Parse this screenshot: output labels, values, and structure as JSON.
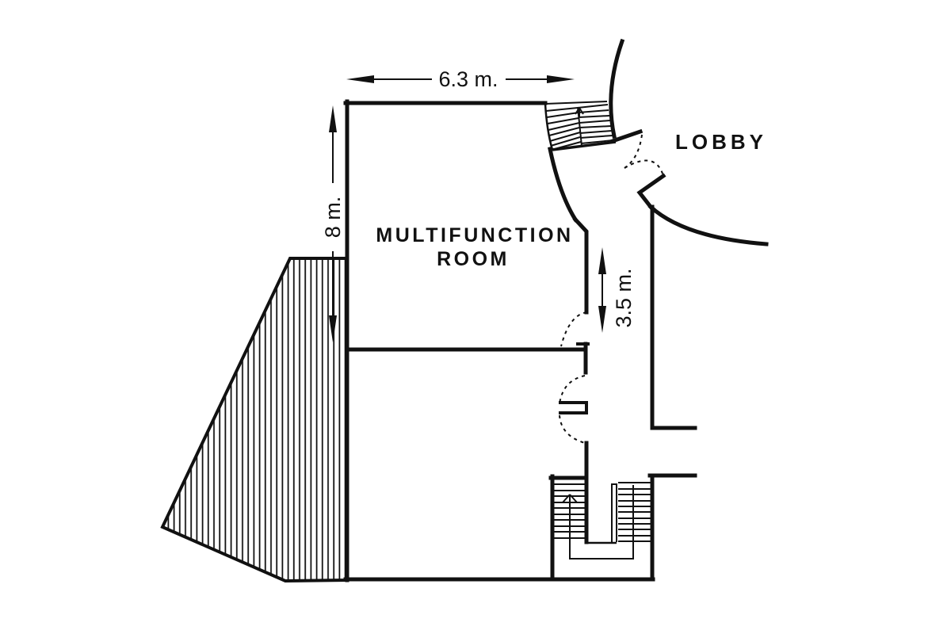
{
  "page": {
    "background_color": "#ffffff",
    "line_color": "#111111"
  },
  "rooms": {
    "multifunction": {
      "label_line1": "MULTIFUNCTION",
      "label_line2": "ROOM"
    },
    "lobby": {
      "label": "LOBBY"
    }
  },
  "dimensions": {
    "room_width": {
      "label": "6.3 m."
    },
    "room_height": {
      "label": "8 m."
    },
    "corridor_height": {
      "label": "3.5 m."
    }
  },
  "icons": {
    "stairs_up_arrow": "chevron-up-arrow",
    "dimension_arrow": "filled-triangle-arrow",
    "door_swing": "dashed-arc",
    "hatched_area": "vertical-line-hatch"
  }
}
